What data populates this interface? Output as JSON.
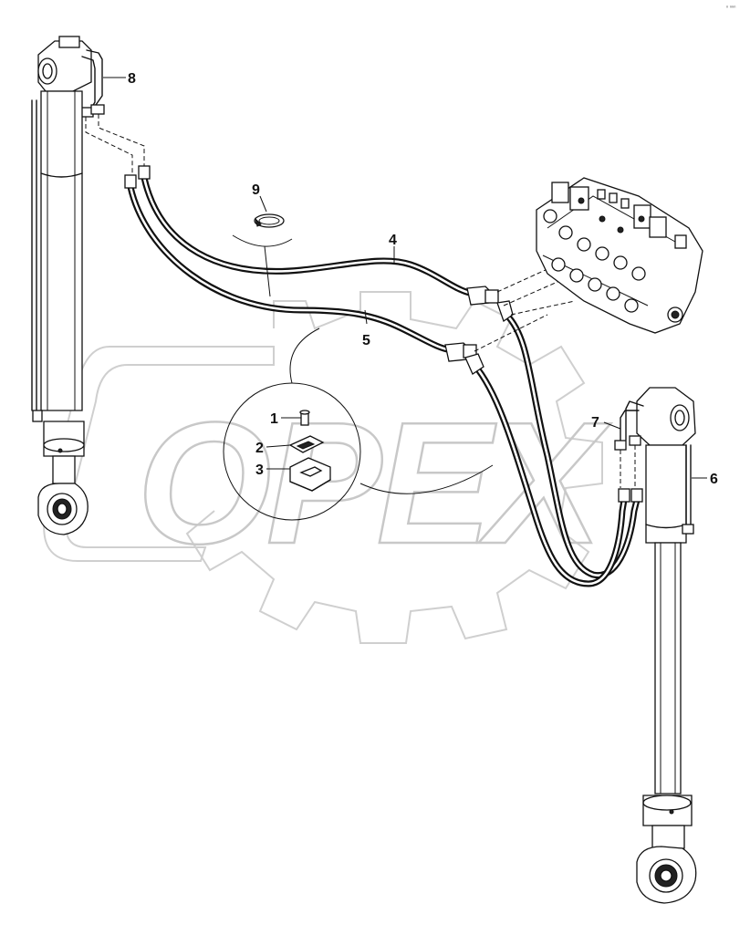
{
  "diagram": {
    "watermark": "OPEX",
    "corner_mark": "ⁿ ⁿⁿⁿ",
    "callouts": [
      {
        "id": "1",
        "text": "1"
      },
      {
        "id": "2",
        "text": "2"
      },
      {
        "id": "3",
        "text": "3"
      },
      {
        "id": "4",
        "text": "4"
      },
      {
        "id": "5",
        "text": "5"
      },
      {
        "id": "6",
        "text": "6"
      },
      {
        "id": "7",
        "text": "7"
      },
      {
        "id": "8",
        "text": "8"
      },
      {
        "id": "9",
        "text": "9"
      }
    ]
  }
}
